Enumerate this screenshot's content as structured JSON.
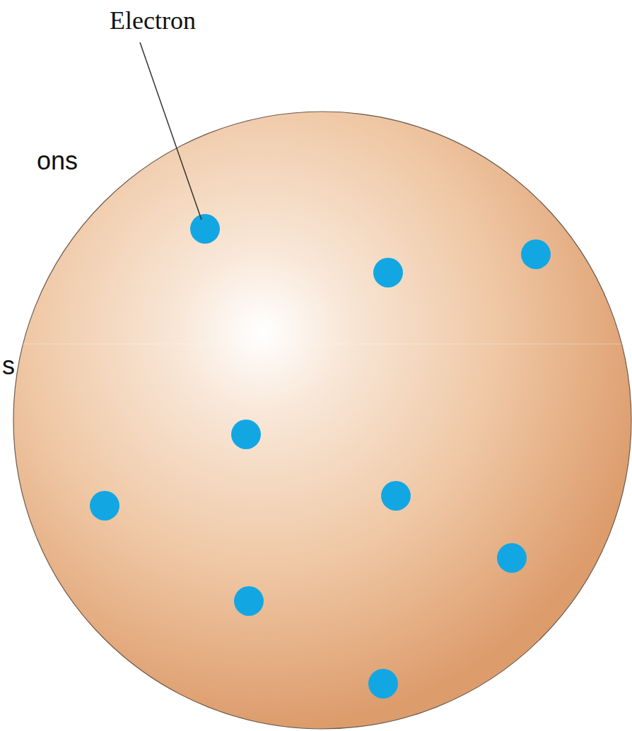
{
  "diagram": {
    "labels": [
      "Electron",
      "ons",
      "s"
    ]
  }
}
